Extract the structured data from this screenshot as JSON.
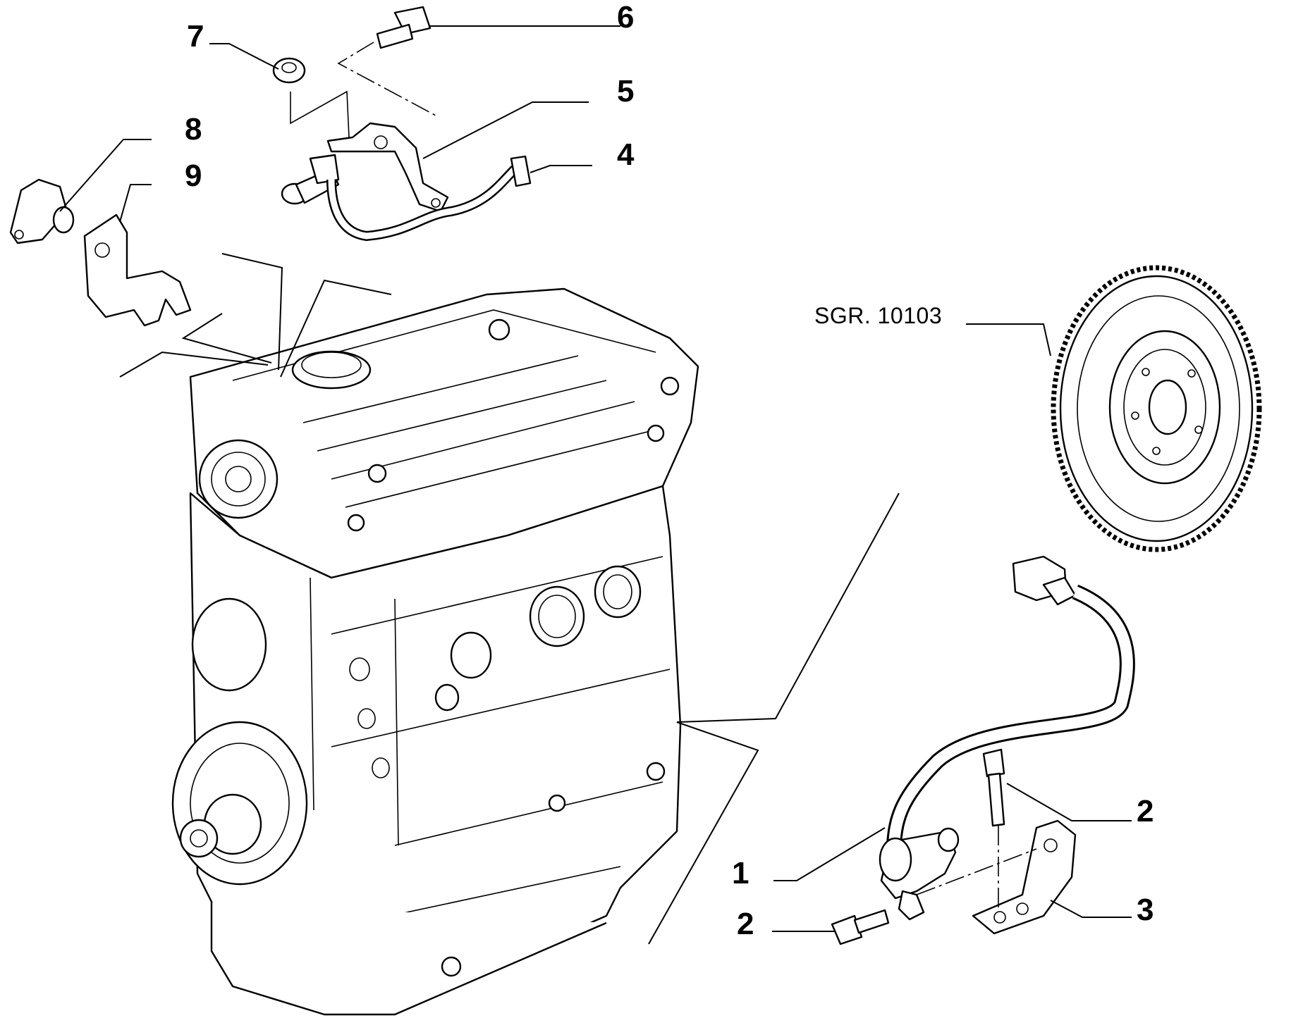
{
  "diagram": {
    "callouts": [
      {
        "id": "c1",
        "number": "1"
      },
      {
        "id": "c2a",
        "number": "2"
      },
      {
        "id": "c2b",
        "number": "2"
      },
      {
        "id": "c3",
        "number": "3"
      },
      {
        "id": "c4",
        "number": "4"
      },
      {
        "id": "c5",
        "number": "5"
      },
      {
        "id": "c6",
        "number": "6"
      },
      {
        "id": "c7",
        "number": "7"
      },
      {
        "id": "c8",
        "number": "8"
      },
      {
        "id": "c9",
        "number": "9"
      }
    ],
    "reference": "SGR. 10103"
  }
}
